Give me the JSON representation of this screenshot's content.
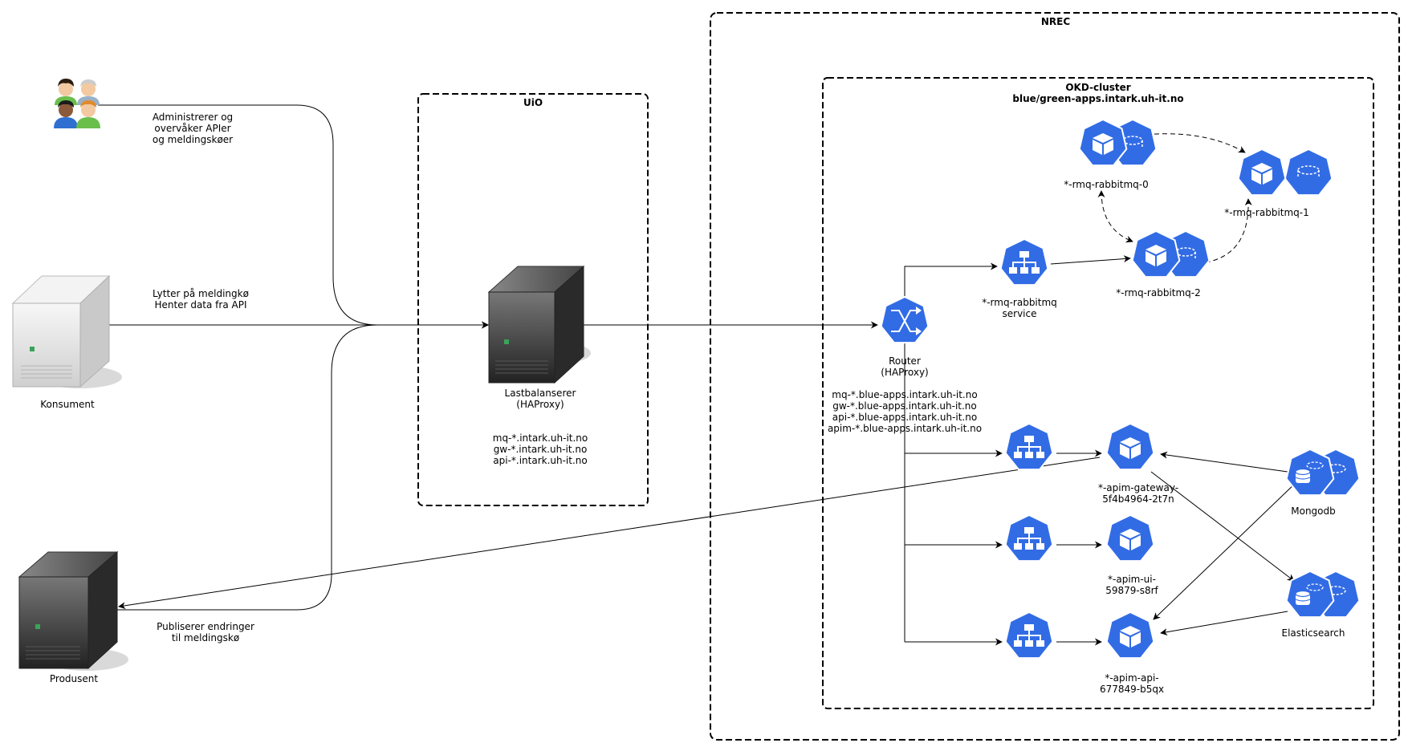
{
  "boxes": {
    "nrec": "NREC",
    "uio": "UiO",
    "okd_line1": "OKD-cluster",
    "okd_line2": "blue/green-apps.intark.uh-it.no"
  },
  "actors": {
    "users_note": [
      "Administrerer og",
      "overvåker APIer",
      "og meldingskøer"
    ],
    "konsument_label": "Konsument",
    "konsument_note": [
      "Lytter på meldingkø",
      "Henter data fra API"
    ],
    "produsent_label": "Produsent",
    "produsent_note": [
      "Publiserer endringer",
      "til meldingskø"
    ]
  },
  "uio": {
    "lb_label": [
      "Lastbalanserer",
      "(HAProxy)"
    ],
    "hosts": [
      "mq-*.intark.uh-it.no",
      "gw-*.intark.uh-it.no",
      "api-*.intark.uh-it.no"
    ]
  },
  "okd": {
    "router_label": [
      "Router",
      "(HAProxy)"
    ],
    "router_hosts": [
      "mq-*.blue-apps.intark.uh-it.no",
      "gw-*.blue-apps.intark.uh-it.no",
      "api-*.blue-apps.intark.uh-it.no",
      "apim-*.blue-apps.intark.uh-it.no"
    ],
    "rabbit_service": [
      "*-rmq-rabbitmq",
      "service"
    ],
    "rabbit0": "*-rmq-rabbitmq-0",
    "rabbit1": "*-rmq-rabbitmq-1",
    "rabbit2": "*-rmq-rabbitmq-2",
    "gateway": [
      "*-apim-gateway-",
      "5f4b4964-2t7n"
    ],
    "ui": [
      "*-apim-ui-",
      "59879-s8rf"
    ],
    "api": [
      "*-apim-api-",
      "677849-b5qx"
    ],
    "mongodb": "Mongodb",
    "elasticsearch": "Elasticsearch"
  },
  "colors": {
    "k8s_blue": "#326ce5",
    "server_light": "#e6e6e6",
    "server_dark": "#3c3c3c"
  },
  "icons": [
    "users-icon",
    "server-icon",
    "router-icon",
    "service-icon",
    "pod-icon",
    "volume-icon",
    "database-icon"
  ]
}
